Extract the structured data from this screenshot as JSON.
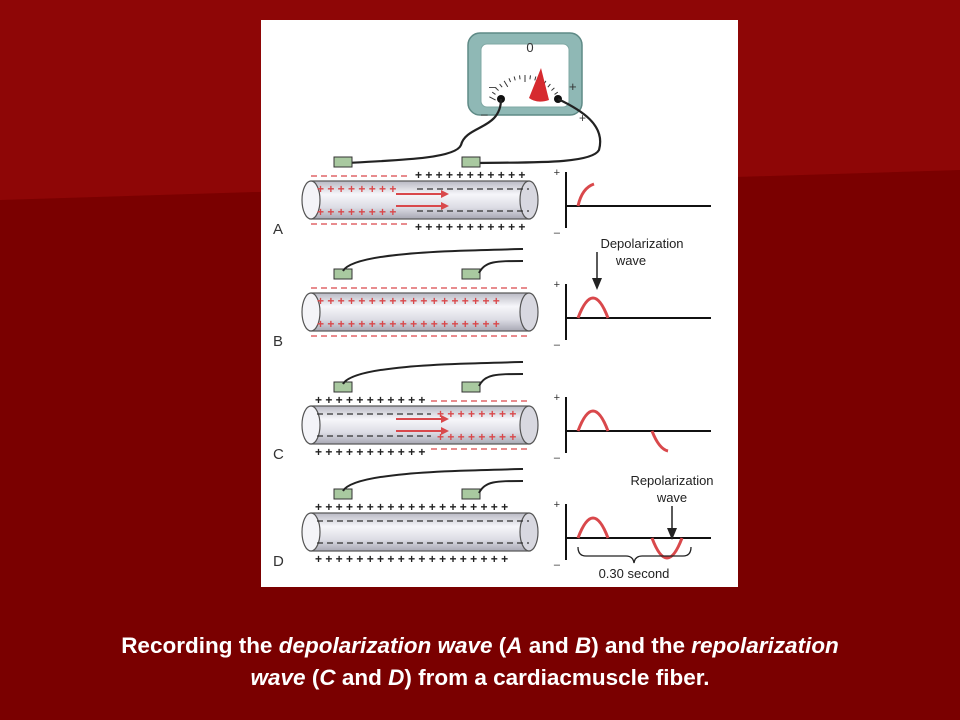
{
  "colors": {
    "slide_bg": "#7a0000",
    "slide_bg_light": "#8e0606",
    "accent_red": "#d9484b",
    "meter_frame": "#8fb8b5",
    "electrode": "#a9c9a0",
    "fiber_body": "#e8e8ee"
  },
  "diagram": {
    "rows": [
      {
        "label": "A"
      },
      {
        "label": "B"
      },
      {
        "label": "C"
      },
      {
        "label": "D"
      }
    ],
    "meter": {
      "zero": "0",
      "minus": "–",
      "plus": "+",
      "lead_minus": "–",
      "lead_plus": "+"
    },
    "trace_axis": {
      "plus": "+",
      "minus": "–"
    },
    "annotations": {
      "depol_line1": "Depolarization",
      "depol_line2": "wave",
      "repol_line1": "Repolarization",
      "repol_line2": "wave",
      "interval": "0.30 second"
    }
  },
  "caption": {
    "p1": "Recording the ",
    "i1": "depolarization wave",
    "p2": " (",
    "i2": "A",
    "p3": " and ",
    "i3": "B",
    "p4": ") and the ",
    "i4": "repolarization",
    "p5": " wave",
    "p6": " (",
    "i5": "C",
    "p7": " and ",
    "i6": "D",
    "p8": ") from a cardiacmuscle fiber."
  }
}
